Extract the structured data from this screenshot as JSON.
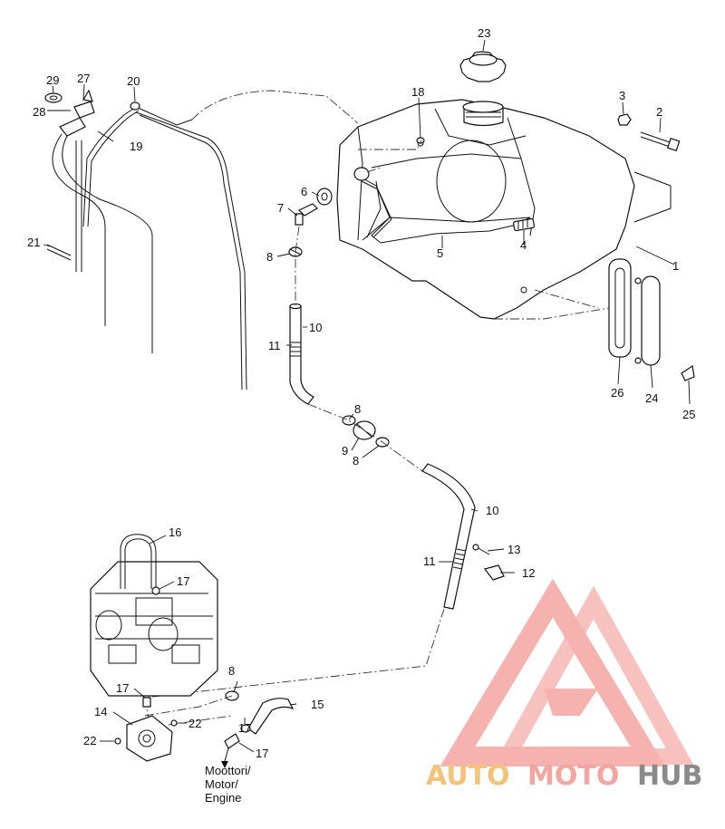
{
  "callouts": [
    "1",
    "2",
    "3",
    "4",
    "5",
    "6",
    "7",
    "8",
    "9",
    "10",
    "11",
    "12",
    "13",
    "14",
    "15",
    "16",
    "17",
    "18",
    "19",
    "20",
    "21",
    "22",
    "23",
    "24",
    "25",
    "26",
    "27",
    "28",
    "29"
  ],
  "engine_label": [
    "Moottori/",
    "Motor/",
    "Engine"
  ],
  "watermark": {
    "part1": "AUTO",
    "part2": "MOTO",
    "part3": "HUB",
    "color_primary": "#f4a5a0",
    "color_accent": "#f5c27a",
    "color_dark": "#8a8a8a"
  }
}
